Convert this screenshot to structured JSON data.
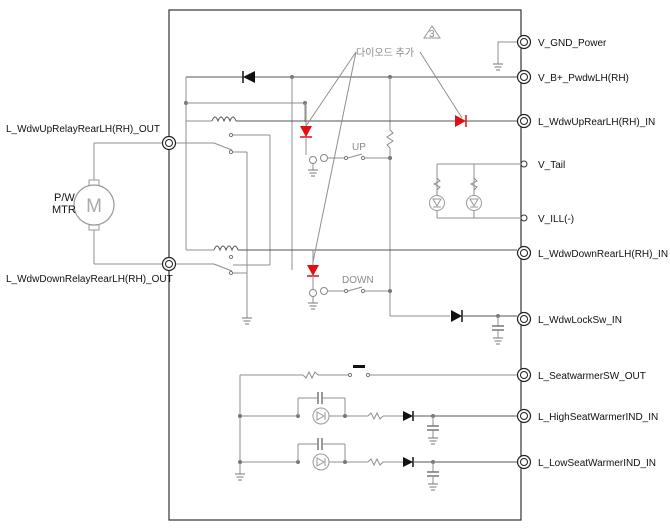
{
  "pins_right": [
    {
      "id": "gnd",
      "label": "V_GND_Power"
    },
    {
      "id": "bplus",
      "label": "V_B+_PwdwLH(RH)"
    },
    {
      "id": "up_in",
      "label": "L_WdwUpRearLH(RH)_IN"
    },
    {
      "id": "tail",
      "label": "V_Tail"
    },
    {
      "id": "ill",
      "label": "V_ILL(-)"
    },
    {
      "id": "down_in",
      "label": "L_WdwDownRearLH(RH)_IN"
    },
    {
      "id": "lock",
      "label": "L_WdwLockSw_IN"
    },
    {
      "id": "seat_out",
      "label": "L_SeatwarmerSW_OUT"
    },
    {
      "id": "high_ind",
      "label": "L_HighSeatWarmerIND_IN"
    },
    {
      "id": "low_ind",
      "label": "L_LowSeatWarmerIND_IN"
    }
  ],
  "pins_left": [
    {
      "id": "up_out",
      "label": "L_WdwUpRelayRearLH(RH)_OUT"
    },
    {
      "id": "down_out",
      "label": "L_WdwDownRelayRearLH(RH)_OUT"
    }
  ],
  "motor": {
    "line1": "P/W",
    "line2": "MTR",
    "symbol": "M"
  },
  "annotation": {
    "text": "다이오드 추가",
    "rev": "3"
  },
  "switches": {
    "up": "UP",
    "down": "DOWN"
  },
  "colors": {
    "diode_highlight": "#e01010",
    "wire": "#8f8f8f",
    "frame": "#333333"
  }
}
